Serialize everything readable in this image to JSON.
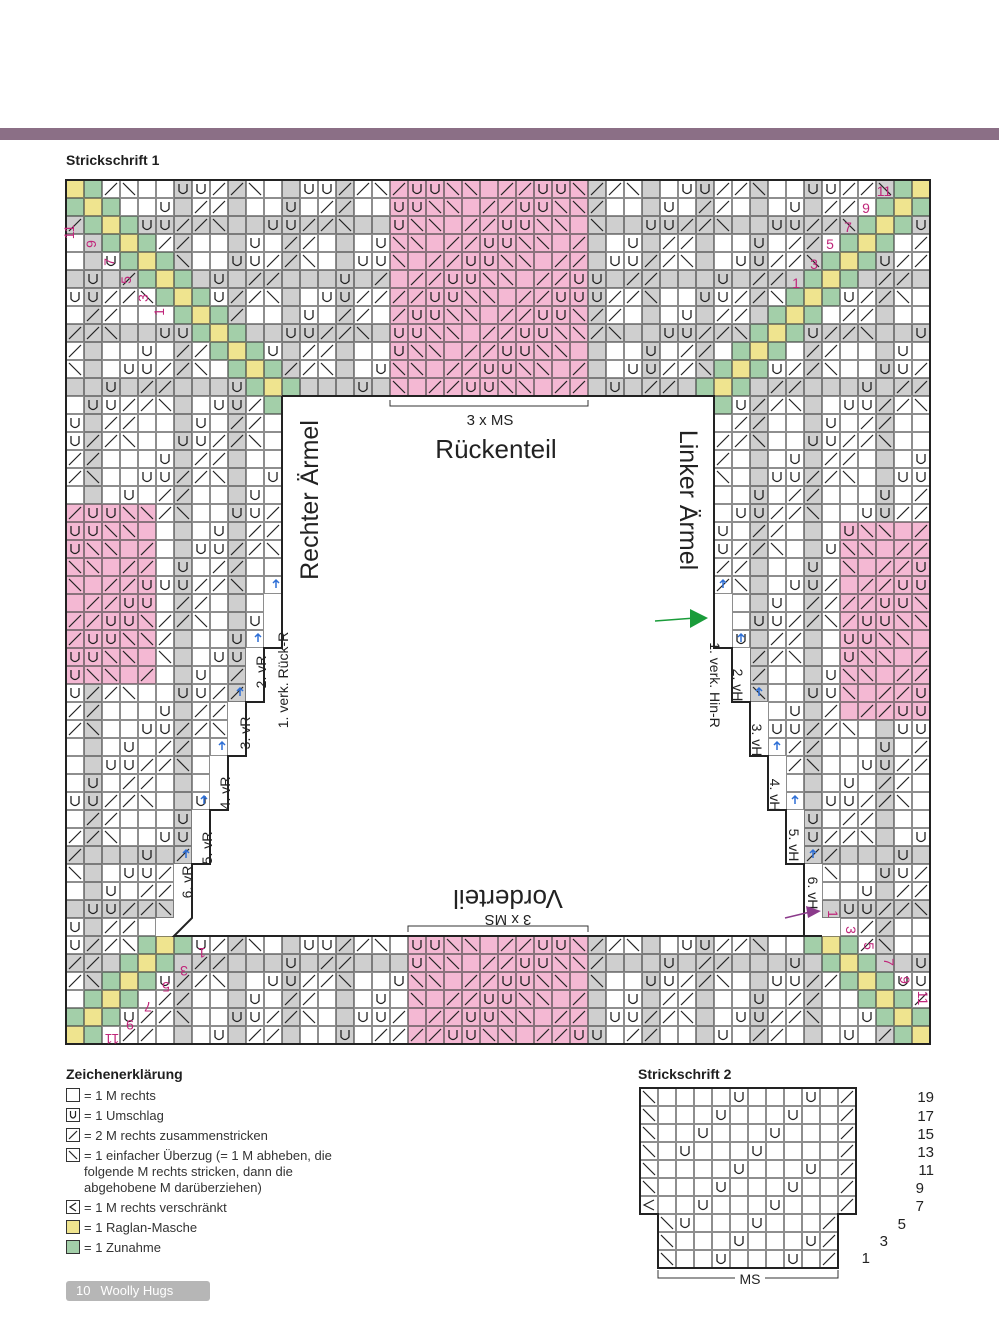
{
  "chart1": {
    "title": "Strickschrift 1",
    "back_label": "Rückenteil",
    "front_label": "Vorderteil",
    "right_sleeve_label": "Rechter Ärmel",
    "left_sleeve_label": "Linker Ärmel",
    "ms_label": "3 x MS",
    "left_steps": [
      "1. verk. Rück-R",
      "2. vR",
      "3. vR",
      "4. vR",
      "5. vR",
      "6. vR"
    ],
    "right_steps": [
      "1. verk. Hin-R",
      "2. vH",
      "3. vH",
      "4. vH",
      "5. vH",
      "6. vH"
    ],
    "row_numbers": [
      "1",
      "3",
      "5",
      "7",
      "9",
      "11"
    ],
    "colors": {
      "pink": "#f4b8d3",
      "grey": "#cfcfcf",
      "yellow": "#efe48f",
      "green": "#a3cfa9",
      "number": "#c0267a",
      "arrow_green": "#1a9c3a",
      "arrow_purple": "#8b3a8b",
      "arrow_blue": "#2e6fd6"
    }
  },
  "legend": {
    "title": "Zeichenerklärung",
    "items": [
      {
        "symbol": "blank",
        "text": "= 1 M rechts"
      },
      {
        "symbol": "U",
        "text": "= 1 Umschlag"
      },
      {
        "symbol": "/",
        "text": "= 2 M rechts zusammenstricken"
      },
      {
        "symbol": "\\",
        "text": "= 1 einfacher Überzug (= 1 M abheben, die folgende M rechts stricken, dann die abgehobene M darüberziehen)"
      },
      {
        "symbol": "<",
        "text": "= 1 M rechts verschränkt"
      },
      {
        "symbol": "yellow",
        "text": "= 1 Raglan-Masche"
      },
      {
        "symbol": "green",
        "text": "= 1 Zunahme"
      }
    ]
  },
  "chart2": {
    "title": "Strickschrift 2",
    "ms_label": "MS",
    "row_labels": [
      "19",
      "17",
      "15",
      "13",
      "11",
      "9",
      "7",
      "5",
      "3",
      "1"
    ]
  },
  "footer": {
    "page": "10",
    "book": "Woolly Hugs"
  }
}
